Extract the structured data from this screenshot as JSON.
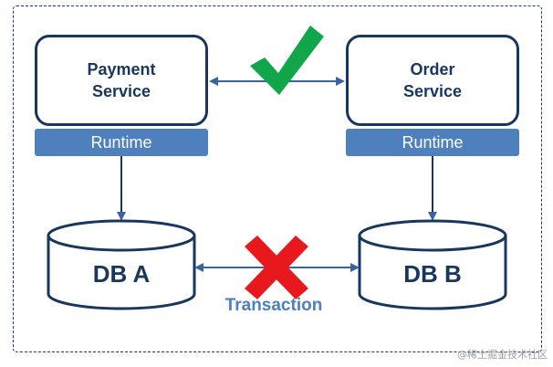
{
  "services": {
    "payment": {
      "label": "Payment\nService",
      "runtime": "Runtime"
    },
    "order": {
      "label": "Order\nService",
      "runtime": "Runtime"
    }
  },
  "databases": {
    "a": {
      "label": "DB A"
    },
    "b": {
      "label": "DB B"
    }
  },
  "transaction_label": "Transaction",
  "watermark": "@稀土掘金技术社区",
  "colors": {
    "navy": "#17375e",
    "runtime_blue": "#4e80bd",
    "arrow_blue": "#3a64a0",
    "check_green": "#11a64a",
    "cross_red": "#e8191d"
  },
  "icons": {
    "success": "check-icon",
    "failure": "cross-icon"
  }
}
